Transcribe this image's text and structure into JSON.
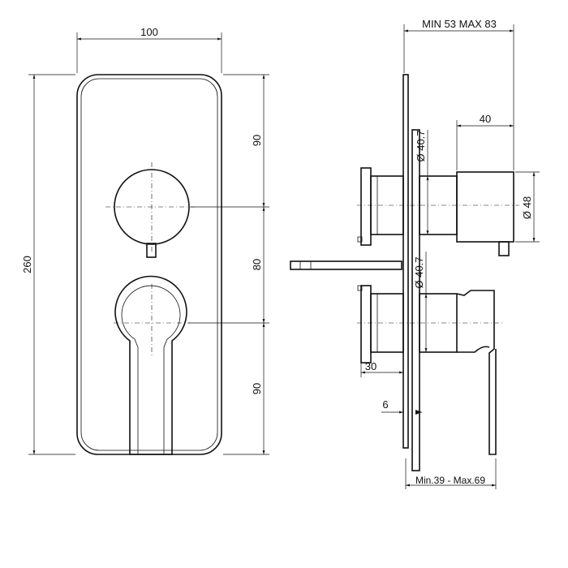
{
  "front_view": {
    "width_label": "100",
    "height_label": "260",
    "segment_top_label": "90",
    "segment_middle_label": "80",
    "segment_bottom_label": "90"
  },
  "side_view": {
    "depth_label": "MIN 53 MAX 83",
    "knob_depth_label": "40",
    "upper_diameter_label": "Ø 40.7",
    "lower_diameter_label": "Ø 40.7",
    "knob_diameter_label": "Ø 48",
    "body_offset_label": "30",
    "plate_thickness_label": "6",
    "lever_depth_label": "Min.39 - Max.69"
  }
}
